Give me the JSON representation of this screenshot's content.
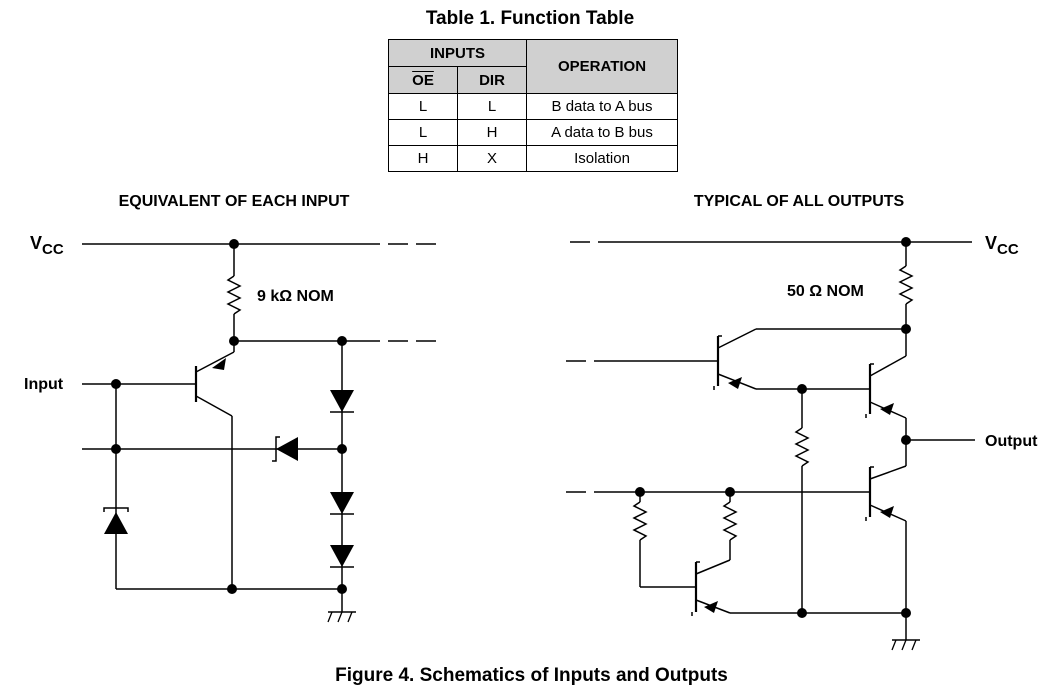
{
  "table": {
    "title": "Table 1. Function Table",
    "inputs_header": "INPUTS",
    "oe_header": "OE",
    "dir_header": "DIR",
    "operation_header": "OPERATION",
    "rows": [
      {
        "oe": "L",
        "dir": "L",
        "operation": "B data to A bus"
      },
      {
        "oe": "L",
        "dir": "H",
        "operation": "A data to B bus"
      },
      {
        "oe": "H",
        "dir": "X",
        "operation": "Isolation"
      }
    ]
  },
  "input_schematic": {
    "title": "EQUIVALENT OF EACH INPUT",
    "vcc_label": "V",
    "vcc_subscript": "CC",
    "resistor_label": "9 kΩ NOM",
    "input_label": "Input"
  },
  "output_schematic": {
    "title": "TYPICAL OF ALL OUTPUTS",
    "vcc_label": "V",
    "vcc_subscript": "CC",
    "resistor_label": "50 Ω NOM",
    "output_label": "Output"
  },
  "figure_caption": "Figure 4.  Schematics of Inputs and Outputs"
}
